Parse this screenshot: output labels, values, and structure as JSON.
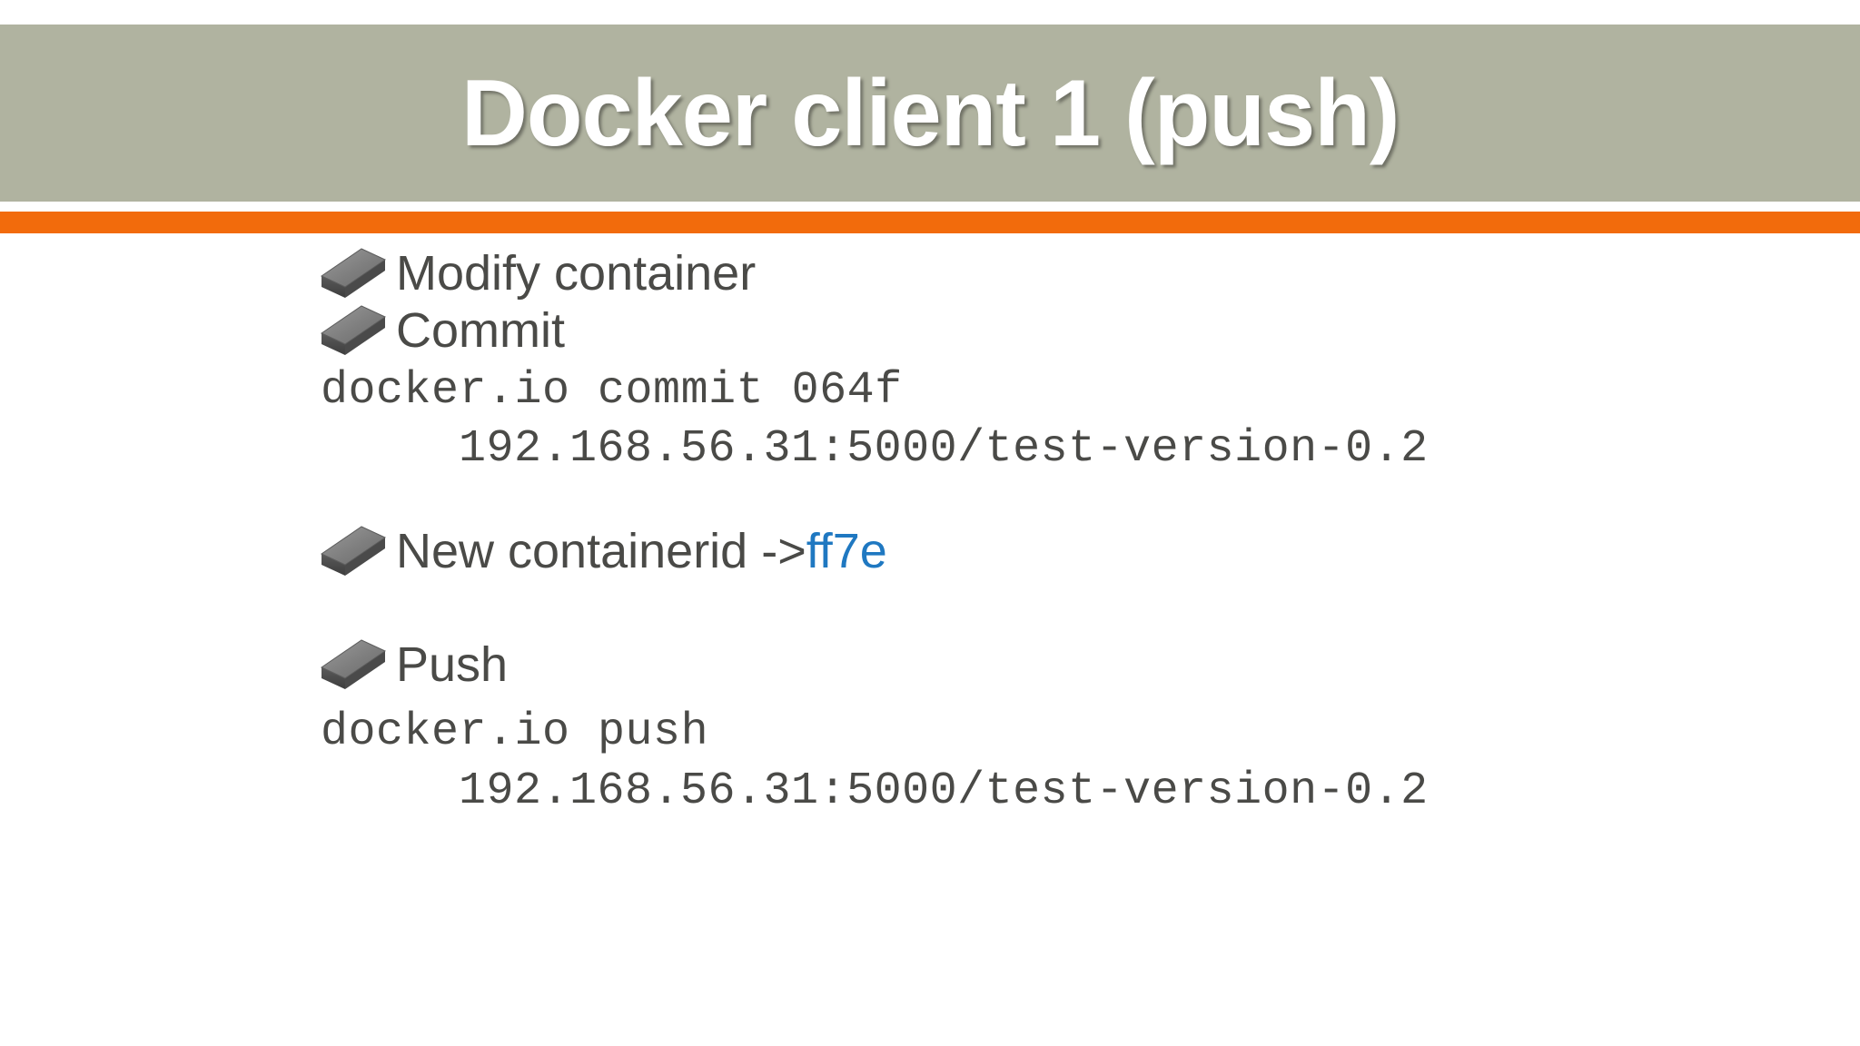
{
  "slide": {
    "title": "Docker client 1 (push)",
    "colors": {
      "banner_background": "#b0b3a0",
      "accent_rule": "#f26b0c",
      "title_text": "#ffffff",
      "body_text": "#4a4a47",
      "link_accent": "#1f78c1",
      "page_background": "#ffffff"
    }
  },
  "body": {
    "bullets": [
      {
        "label": "Modify container",
        "icon": "brick-bullet-icon"
      },
      {
        "label": "Commit",
        "icon": "brick-bullet-icon"
      },
      {
        "label": "New containerid -> ",
        "accent": "ff7e",
        "icon": "brick-bullet-icon"
      },
      {
        "label": "Push",
        "icon": "brick-bullet-icon"
      }
    ],
    "code_lines": [
      {
        "text": "docker.io commit 064f",
        "indented": false
      },
      {
        "text": "192.168.56.31:5000/test-version-0.2",
        "indented": true
      },
      {
        "text": "docker.io push",
        "indented": false
      },
      {
        "text": "192.168.56.31:5000/test-version-0.2",
        "indented": true
      }
    ]
  }
}
